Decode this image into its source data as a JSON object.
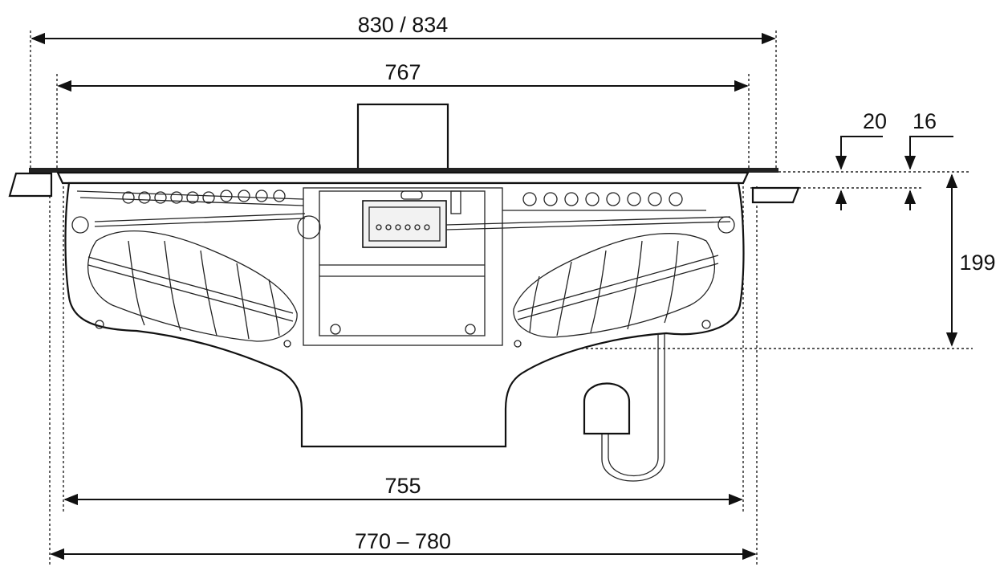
{
  "dimensions": {
    "overall_top": "830 / 834",
    "plate_width": "767",
    "glass_thickness": "20",
    "frame_thickness": "16",
    "body_height": "199",
    "bottom_width": "755",
    "cutout_width": "770 – 780"
  },
  "colors": {
    "line": "#111111",
    "background": "#ffffff"
  }
}
